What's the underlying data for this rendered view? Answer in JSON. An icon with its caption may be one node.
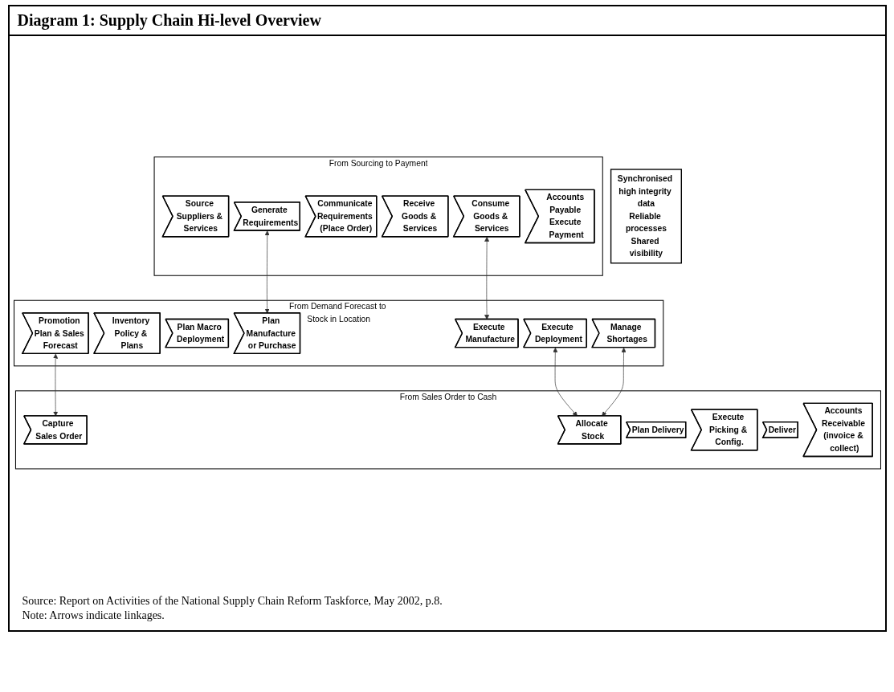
{
  "diagram": {
    "title": "Diagram 1: Supply Chain Hi-level Overview",
    "nodes": [
      {
        "text": [
          "From Sourcing to Payment"
        ]
      },
      {
        "text": [
          "Source Suppliers & Services"
        ],
        "in": 0
      },
      {
        "text": [
          "Generate Requirements"
        ],
        "in": 0
      },
      {
        "text": [
          "Communicate Requirements (Place Order)"
        ],
        "in": 0
      },
      {
        "text": [
          "Receive Goods & Services"
        ],
        "in": 0
      },
      {
        "text": [
          "Consume Goods & Services"
        ],
        "in": 0
      },
      {
        "text": [
          "Accounts Payable Execute Payment"
        ],
        "in": 0
      },
      {
        "text": [
          "From Demand Forecast to Stock in Location"
        ]
      },
      {
        "text": [
          "Promotion Plan & Sales Forecast"
        ],
        "in": 7
      },
      {
        "text": [
          "Inventory Policy & Plans"
        ],
        "in": 7
      },
      {
        "text": [
          "Plan Macro Deployment"
        ],
        "in": 7
      },
      {
        "text": [
          "Plan Manufacture or Purchase"
        ],
        "in": 7
      },
      {
        "text": [
          "Execute Manufacture"
        ],
        "in": 7
      },
      {
        "text": [
          "Execute Deployment"
        ],
        "in": 7
      },
      {
        "text": [
          "Manage Shortages"
        ],
        "in": 7
      },
      {
        "text": [
          "From Sales Order to Cash"
        ]
      },
      {
        "text": [
          "Capture Sales Order"
        ],
        "in": 15
      },
      {
        "text": [
          "Allocate Stock"
        ],
        "in": 15
      },
      {
        "text": [
          "Plan Delivery"
        ],
        "in": 15
      },
      {
        "text": [
          "Execute Picking & Config."
        ],
        "in": 15
      },
      {
        "text": [
          "Deliver"
        ],
        "in": 15
      },
      {
        "text": [
          "Accounts Receivable (invoice & collect)"
        ],
        "in": 15
      },
      {
        "text": [
          "Synchronised high integrity data",
          "Reliable processes",
          "Shared visibility"
        ]
      }
    ],
    "edges": [
      {
        "from": 2,
        "to": 11,
        "arrow": "both"
      },
      {
        "from": 5,
        "to": 12,
        "arrow": "both"
      },
      {
        "from": 8,
        "to": 16,
        "arrow": "both"
      },
      {
        "from": 13,
        "to": 17,
        "arrow": "both"
      },
      {
        "from": 14,
        "to": 17,
        "arrow": "both"
      }
    ],
    "labels": [
      "Source: Report on Activities of the National Supply Chain Reform Taskforce, May 2002, p.8.",
      "Note: Arrows indicate linkages."
    ]
  }
}
